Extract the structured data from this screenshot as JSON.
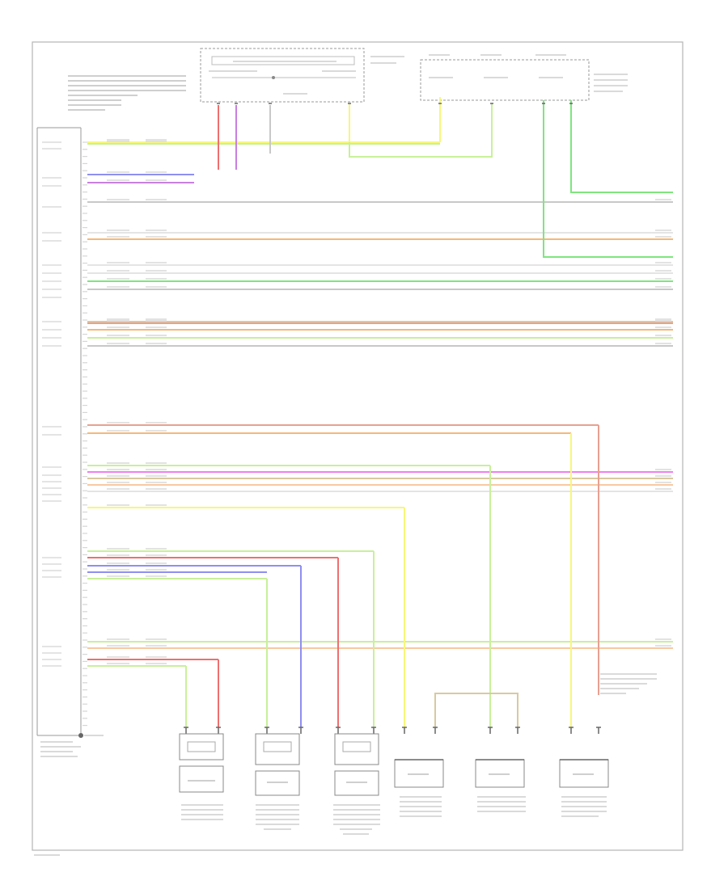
{
  "colors": {
    "frame": "#b5b5b5",
    "text": "#555555",
    "yellow": "#f7f77a",
    "green": "#7fe57f",
    "lightgreen": "#c9f09a",
    "orange": "#f3b97a",
    "red": "#ef6f6f",
    "purple": "#c97fe0",
    "magenta": "#ef7ff0",
    "blue": "#8f8ff0",
    "tan": "#d8c9a0",
    "gray": "#c8c8c8",
    "lightgray": "#e4e4e4",
    "brownred": "#e8a090",
    "peach": "#f7c9a0"
  },
  "notes": {
    "top_left_note": "",
    "ground_label": "",
    "page_number": ""
  },
  "module_labels": {
    "left_module": "",
    "top_center_module": "",
    "top_right_module": ""
  },
  "bottom_components": [
    {
      "name": "",
      "id": "comp-1"
    },
    {
      "name": "",
      "id": "comp-2"
    },
    {
      "name": "",
      "id": "comp-3"
    },
    {
      "name": "",
      "id": "comp-4"
    },
    {
      "name": "",
      "id": "comp-5"
    },
    {
      "name": "",
      "id": "comp-6"
    }
  ]
}
